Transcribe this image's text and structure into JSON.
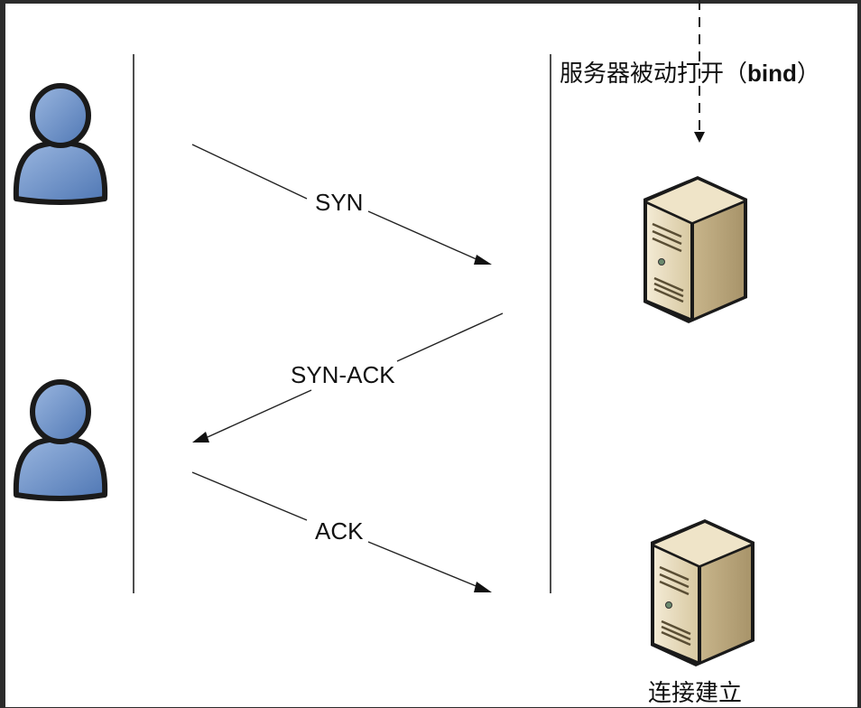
{
  "messages": {
    "syn": "SYN",
    "syn_ack": "SYN-ACK",
    "ack": "ACK"
  },
  "server": {
    "passive_open_text": "服务器被动打开（",
    "passive_open_bold": "bind",
    "passive_open_close": "）",
    "established": "连接建立"
  },
  "colors": {
    "frame": "#2b2b2b",
    "background": "#ffffff",
    "person_blue": "#6e93c6",
    "person_outline": "#1a1a1a",
    "server_beige": "#e9dcbc",
    "line": "#222222"
  },
  "icons": [
    "user-icon",
    "user-icon",
    "server-icon",
    "server-icon"
  ]
}
